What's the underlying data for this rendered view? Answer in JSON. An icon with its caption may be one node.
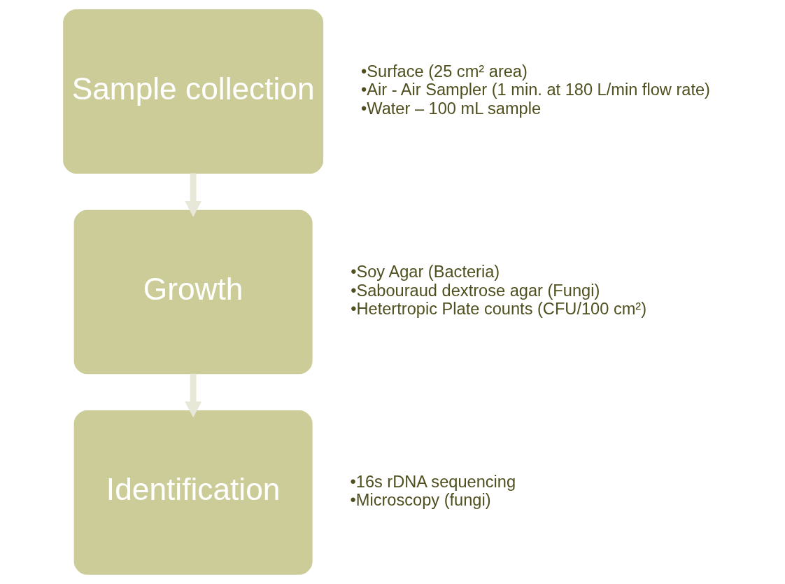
{
  "diagram": {
    "nodes": [
      {
        "text": [
          "Sample collection"
        ],
        "beside": [
          "•Surface (25 cm² area)",
          "•Air - Air Sampler (1 min. at 180 L/min flow rate)",
          "•Water – 100 mL sample"
        ]
      },
      {
        "text": [
          "Growth"
        ],
        "beside": [
          "•Soy Agar (Bacteria)",
          "•Sabouraud dextrose agar (Fungi)",
          "•Hetertropic Plate counts (CFU/100 cm²)"
        ]
      },
      {
        "text": [
          "Identification"
        ],
        "beside": [
          "•16s rDNA sequencing",
          "•Microscopy (fungi)"
        ]
      }
    ],
    "edges": [
      {
        "from": 0,
        "to": 1,
        "arrow": "to"
      },
      {
        "from": 1,
        "to": 2,
        "arrow": "to"
      }
    ]
  }
}
